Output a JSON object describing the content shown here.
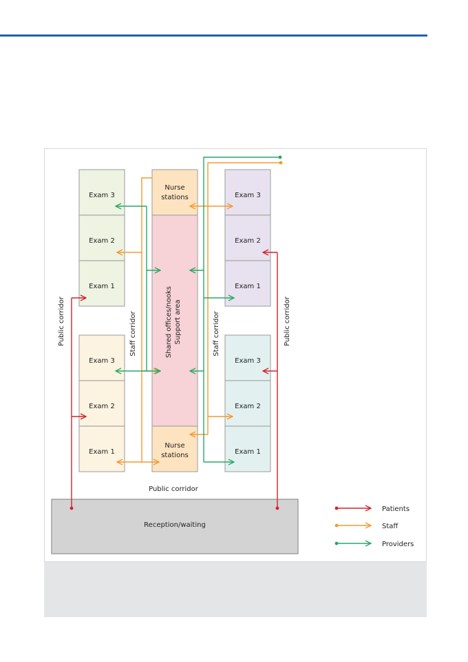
{
  "rooms": {
    "left_top": [
      "Exam 3",
      "Exam 2",
      "Exam 1"
    ],
    "left_bottom": [
      "Exam 3",
      "Exam 2",
      "Exam 1"
    ],
    "right_top": [
      "Exam 3",
      "Exam 2",
      "Exam 1"
    ],
    "right_bottom": [
      "Exam 3",
      "Exam 2",
      "Exam 1"
    ],
    "nurse_top": [
      "Nurse",
      "stations"
    ],
    "nurse_bottom": [
      "Nurse",
      "stations"
    ],
    "support": [
      "Shared offices/nooks",
      "Support area"
    ],
    "reception": "Reception/waiting"
  },
  "corridors": {
    "public_left": "Public corridor",
    "public_right": "Public corridor",
    "public_bottom": "Public corridor",
    "staff_left": "Staff corridor",
    "staff_right": "Staff corridor"
  },
  "legend": {
    "patients": "Patients",
    "staff": "Staff",
    "providers": "Providers"
  },
  "colors": {
    "patients": "#d3222a",
    "staff": "#f29a2e",
    "providers": "#27a86a",
    "exam_green": "#eef3e2",
    "exam_cream": "#fdf3e1",
    "exam_purple": "#e8e1ef",
    "exam_teal": "#e2f1f0",
    "nurse": "#fde3bf",
    "support": "#f7d2d6",
    "reception": "#d3d3d3"
  }
}
